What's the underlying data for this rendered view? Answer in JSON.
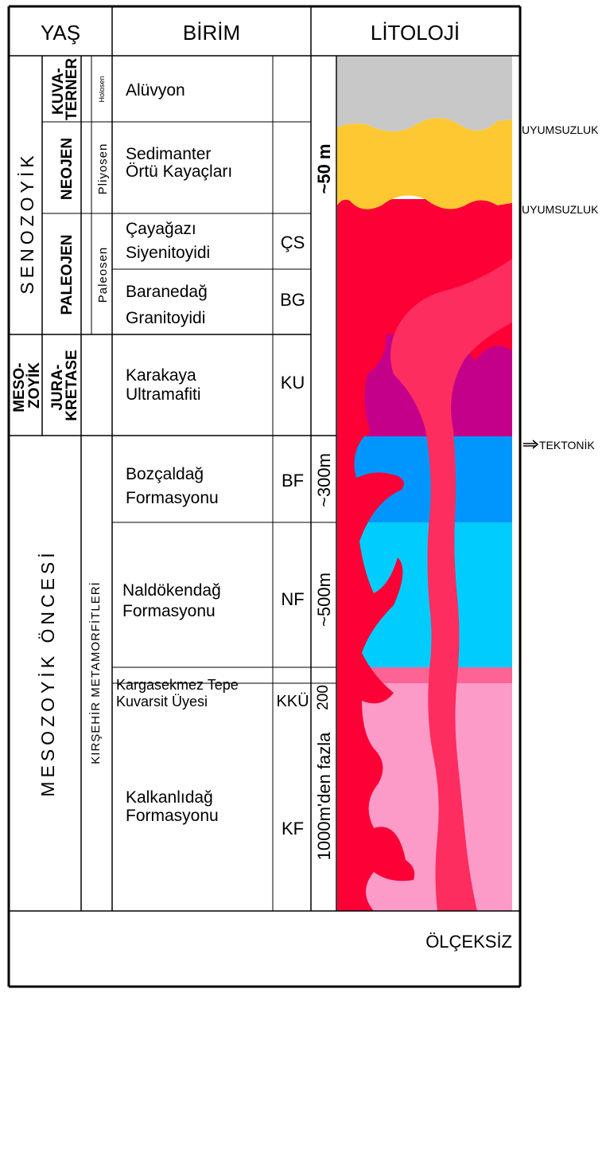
{
  "headers": {
    "age": "YAŞ",
    "unit": "BİRİM",
    "lithology": "LİTOLOJİ"
  },
  "eras": {
    "senozoyik": "SENOZOYİK",
    "mesozoyik": "MESO-\nZOYİK",
    "mesozoyik_oncesi": "MESOZOYİK ÖNCESİ"
  },
  "periods": {
    "kuvaterner": "KUVA-\nTERNER",
    "neojen": "NEOJEN",
    "paleojen": "PALEOJEN",
    "jura_kretase": "JURA-\nKRETASE",
    "kirsehir_metamorfitleri": "KIRŞEHİR METAMORFİTLERİ"
  },
  "epochs": {
    "holosen": "Holosen",
    "pliyosen": "Pliyosen",
    "paleosen": "Paleosen"
  },
  "units": [
    {
      "name": "Alüvyon",
      "code": "",
      "thickness": "",
      "color": "#c8c8c8"
    },
    {
      "name": "Sedimanter\nÖrtü Kayaçları",
      "code": "",
      "thickness": "~50 m",
      "color": "#fec832"
    },
    {
      "name": "Çayağazı\nSiyenitoyidi",
      "code": "ÇS",
      "thickness": "",
      "color": "#fd0036"
    },
    {
      "name": "Baranedağ\nGranitoyidi",
      "code": "BG",
      "thickness": "",
      "color": "#fd2d5f"
    },
    {
      "name": "Karakaya\nUltramafiti",
      "code": "KU",
      "thickness": "",
      "color": "#c4008a"
    },
    {
      "name": "Bozçaldağ\nFormasyonu",
      "code": "BF",
      "thickness": "~300m",
      "color": "#0096fe"
    },
    {
      "name": "Naldökendağ\nFormasyonu",
      "code": "NF",
      "thickness": "~500m",
      "color": "#00ccfe"
    },
    {
      "name": "Kargasekmez Tepe\nKuvarsit Üyesi",
      "code": "KKÜ",
      "thickness": "200",
      "color": "#fc6496"
    },
    {
      "name": "Kalkanlıdağ\nFormasyonu",
      "code": "KF",
      "thickness": "1000m'den fazla",
      "color": "#fc9ac8"
    }
  ],
  "contacts": {
    "unconformity_1": "UYUMSUZLUK",
    "unconformity_2": "UYUMSUZLUK",
    "tectonic": "TEKTONİK"
  },
  "scale_note": "ÖLÇEKSİZ"
}
